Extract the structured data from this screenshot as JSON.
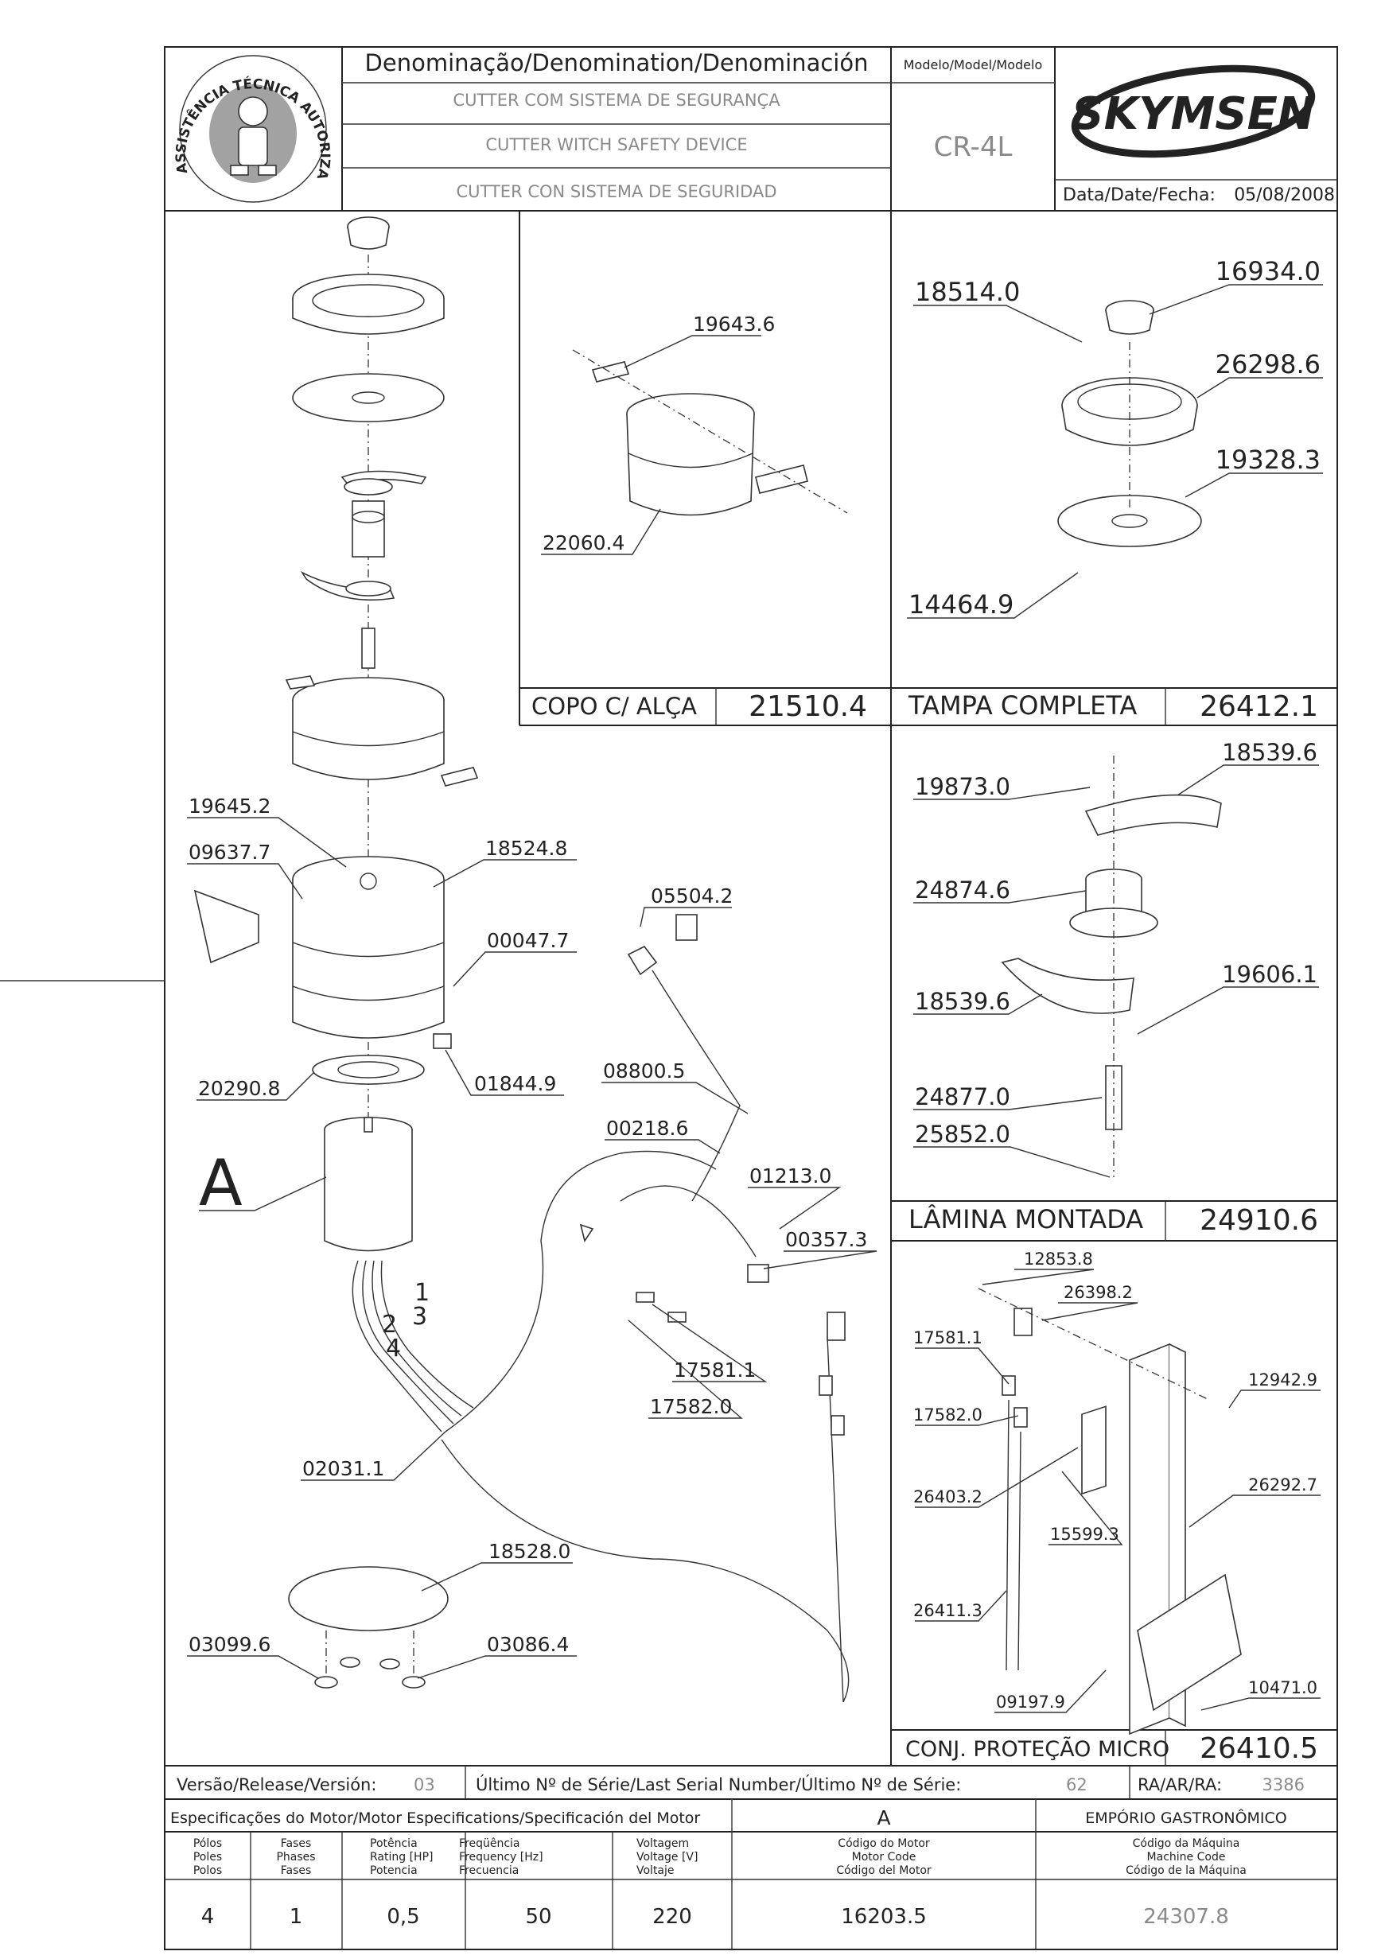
{
  "header": {
    "denomination_label": "Denominação/Denomination/Denominación",
    "name_pt": "CUTTER COM SISTEMA DE SEGURANÇA",
    "name_en": "CUTTER WITCH SAFETY DEVICE",
    "name_es": "CUTTER CON SISTEMA DE SEGURIDAD",
    "model_label": "Modelo/Model/Modelo",
    "model": "CR-4L",
    "brand": "SKYMSEN",
    "date_label": "Data/Date/Fecha:",
    "date": "05/08/2008",
    "seal_text": "ASSISTÊNCIA TÉCNICA AUTORIZADA"
  },
  "panels": {
    "copo": {
      "title": "COPO C/ ALÇA",
      "code": "21510.4",
      "parts": [
        "19643.6",
        "22060.4"
      ]
    },
    "tampa": {
      "title": "TAMPA COMPLETA",
      "code": "26412.1",
      "parts": [
        "18514.0",
        "16934.0",
        "26298.6",
        "19328.3",
        "14464.9"
      ]
    },
    "lamina": {
      "title": "LÂMINA MONTADA",
      "code": "24910.6",
      "parts": [
        "19873.0",
        "18539.6",
        "24874.6",
        "18539.6",
        "19606.1",
        "24877.0",
        "25852.0"
      ]
    },
    "protecao": {
      "title": "CONJ. PROTEÇÃO MICRO",
      "code": "26410.5",
      "parts": [
        "12853.8",
        "26398.2",
        "17581.1",
        "12942.9",
        "17582.0",
        "26403.2",
        "26292.7",
        "15599.3",
        "26411.3",
        "10471.0",
        "09197.9"
      ]
    }
  },
  "main_parts": {
    "p19645": "19645.2",
    "p09637": "09637.7",
    "p18524": "18524.8",
    "p05504": "05504.2",
    "p00047": "00047.7",
    "p01844": "01844.9",
    "p08800": "08800.5",
    "p20290": "20290.8",
    "p00218": "00218.6",
    "p01213": "01213.0",
    "motor": "A",
    "p00357": "00357.3",
    "p17581": "17581.1",
    "p17582": "17582.0",
    "p02031": "02031.1",
    "p18528": "18528.0",
    "p03099": "03099.6",
    "p03086": "03086.4",
    "wire1": "1",
    "wire2": "2",
    "wire3": "3",
    "wire4": "4"
  },
  "footer": {
    "version_label": "Versão/Release/Versión:",
    "version": "03",
    "serial_label": "Último Nº de Série/Last Serial Number/Último Nº de Série:",
    "serial": "62",
    "ra_label": "RA/AR/RA:",
    "ra": "3386",
    "motor_spec_label": "Especificações do Motor/Motor Especifications/Specificación del Motor",
    "motor_ref": "A",
    "company": "EMPÓRIO GASTRONÔMICO",
    "headers": {
      "poles": [
        "Pólos",
        "Poles",
        "Polos"
      ],
      "phases": [
        "Fases",
        "Phases",
        "Fases"
      ],
      "power": [
        "Potência",
        "Rating [HP]",
        "Potencia"
      ],
      "freq": [
        "Freqüência",
        "Frequency [Hz]",
        "Frecuencia"
      ],
      "volt": [
        "Voltagem",
        "Voltage [V]",
        "Voltaje"
      ],
      "motor_code": [
        "Código do Motor",
        "Motor Code",
        "Código del Motor"
      ],
      "machine_code": [
        "Código da Máquina",
        "Machine Code",
        "Código de la Máquina"
      ]
    },
    "values": {
      "poles": "4",
      "phases": "1",
      "power": "0,5",
      "freq": "50",
      "volt": "220",
      "motor_code": "16203.5",
      "machine_code": "24307.8"
    }
  }
}
